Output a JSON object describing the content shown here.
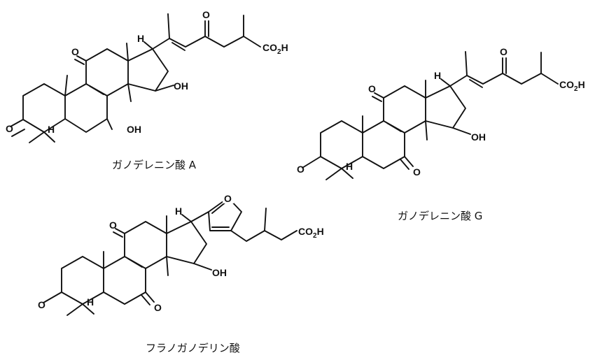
{
  "compounds": [
    {
      "caption": "ガノデレニン酸 A",
      "atom_labels": {
        "ketone_11": "O",
        "ketone_3": "O",
        "ketone_side": "O",
        "acid": "CO2H",
        "oh_15": "OH",
        "oh_7": "OH",
        "h_17": "H",
        "h_5": "H"
      }
    },
    {
      "caption": "ガノデレニン酸 G",
      "atom_labels": {
        "ketone_11": "O",
        "ketone_3": "O",
        "ketone_7": "O",
        "ketone_side": "O",
        "acid": "CO2H",
        "oh_15": "OH",
        "h_17": "H",
        "h_5": "H"
      }
    },
    {
      "caption": "フラノガノデリン酸",
      "atom_labels": {
        "ketone_11": "O",
        "ketone_3": "O",
        "ketone_7": "O",
        "furan_o": "O",
        "acid": "CO2H",
        "oh_15": "OH",
        "h_17": "H",
        "h_5": "H"
      }
    }
  ]
}
